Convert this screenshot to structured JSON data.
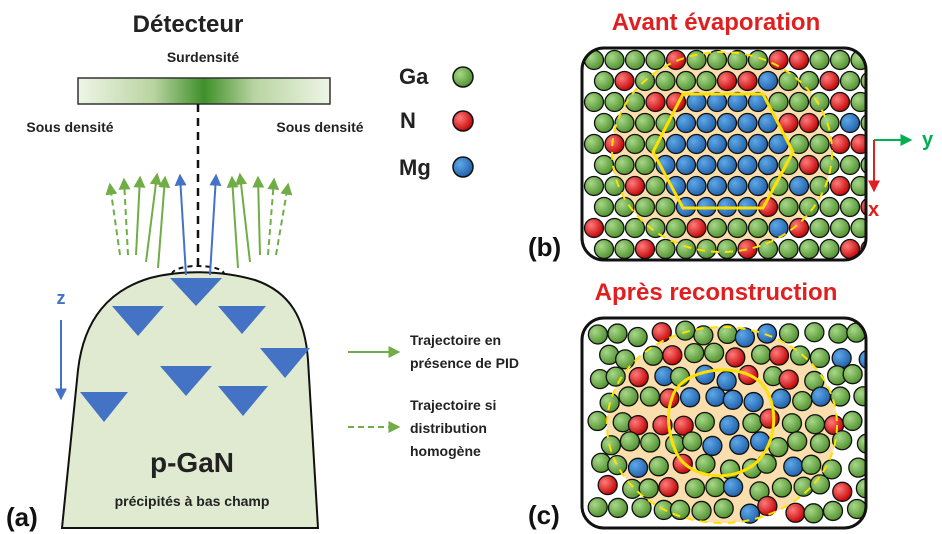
{
  "panel_a": {
    "detector_title": "Détecteur",
    "overdensity_label": "Surdensité",
    "underdensity_left": "Sous densité",
    "underdensity_right": "Sous densité",
    "axis_z": "z",
    "sample_name": "p-GaN",
    "sample_caption": "précipités à bas champ",
    "panel_label": "(a)",
    "colors": {
      "sample_fill": "#dfead0",
      "traj_color": "#70ad47",
      "precip_color": "#4472c4",
      "detector_dark": "#3f8f2a"
    }
  },
  "legend_species": {
    "ga": {
      "symbol": "Ga",
      "color": "#70ad47"
    },
    "n": {
      "symbol": "N",
      "color": "#e02020"
    },
    "mg": {
      "symbol": "Mg",
      "color": "#2e75b6"
    }
  },
  "legend_trajectories": {
    "solid_line1": "Trajectoire en",
    "solid_line2": "présence de PID",
    "dashed_line1": "Trajectoire si",
    "dashed_line2": "distribution",
    "dashed_line3": "homogène"
  },
  "panel_b": {
    "title": "Avant évaporation",
    "panel_label": "(b)",
    "axis_y": "y",
    "axis_x": "x",
    "title_color": "#e02020",
    "axis_y_color": "#00b050",
    "axis_x_color": "#e02020",
    "halo_color": "#f5c26b",
    "hexagon_color": "#ffe000"
  },
  "panel_c": {
    "title": "Après reconstruction",
    "panel_label": "(c)",
    "title_color": "#e02020"
  }
}
